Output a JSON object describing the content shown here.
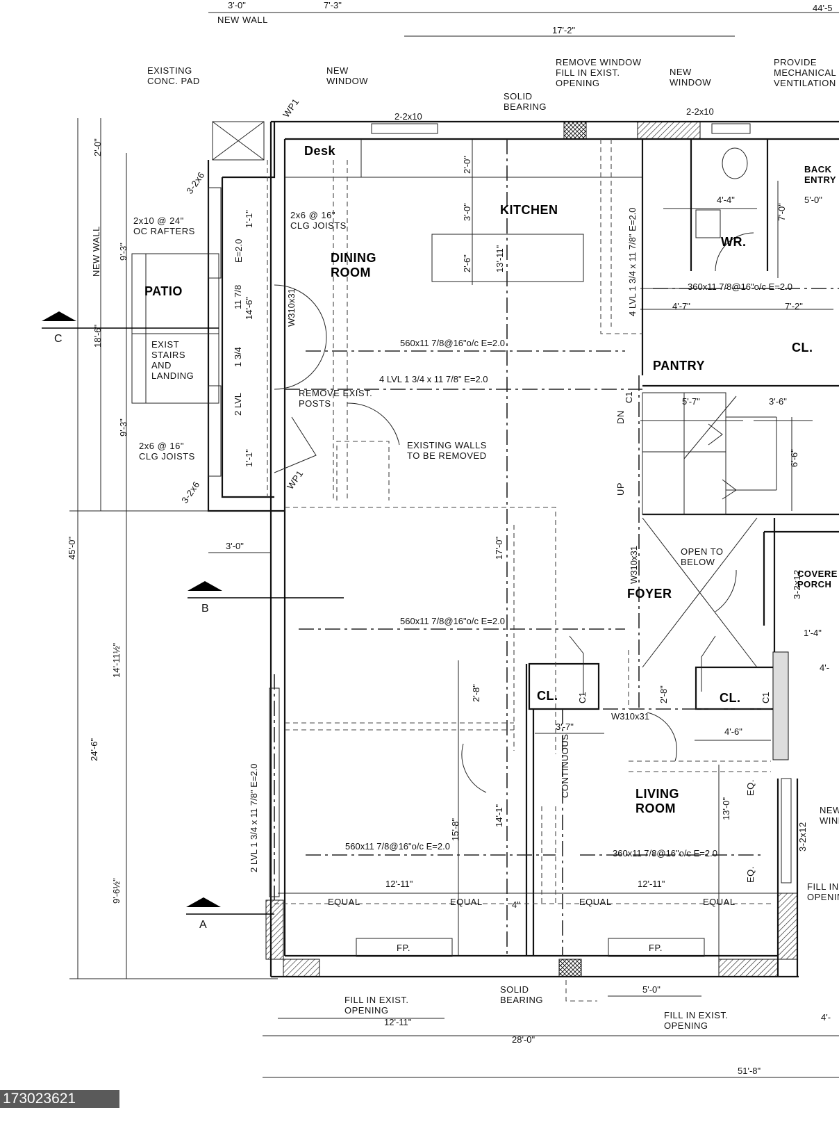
{
  "dimensions": {
    "d1": "3'-0\"",
    "d2": "7'-3\"",
    "d3": "44'-5",
    "d4": "17'-2\"",
    "d5": "2'-0\"",
    "d6": "9'-3\"",
    "d7": "18'-6\"",
    "d8": "9'-3\"",
    "d9": "45'-0\"",
    "d10": "14'-11½\"",
    "d11": "24'-6\"",
    "d12": "9'-6½\"",
    "d13": "3'-0\"",
    "d14": "1'-1\"",
    "d15": "1'-1\"",
    "d16": "2'-0\"",
    "d17": "3'-0\"",
    "d18": "2'-6\"",
    "d19": "13'-11\"",
    "d20": "14'-6\"",
    "d21": "4'-4\"",
    "d22": "7'-0\"",
    "d23": "5'-0\"",
    "d24": "4'-7\"",
    "d25": "7'-2\"",
    "d26": "5'-7\"",
    "d27": "3'-6\"",
    "d28": "6'-6\"",
    "d29": "17'-0\"",
    "d30": "2'-8\"",
    "d31": "2'-8\"",
    "d32": "3'-7\"",
    "d33": "4'-6\"",
    "d34": "1'-4\"",
    "d35": "4'-",
    "d36": "15'-8\"",
    "d37": "14'-1\"",
    "d38": "13'-0\"",
    "d39": "12'-11\"",
    "d40": "12'-11\"",
    "d41": "4\"",
    "d42": "5'-0\"",
    "d43": "12'-11\"",
    "d44": "28'-0\"",
    "d45": "51'-8\"",
    "d46": "4'-",
    "d47": "2-2x10",
    "d48": "2-2x10",
    "d49": "3-2x6",
    "d50": "3-2x6",
    "d51": "3-2x12",
    "d52": "3-2x12",
    "eq1": "EQUAL",
    "eq2": "EQUAL",
    "eq3": "EQUAL",
    "eq4": "EQUAL",
    "eq5": "EQ.",
    "eq6": "EQ."
  },
  "notes": {
    "new_wall_top": "NEW WALL",
    "new_wall_side": "NEW WALL",
    "existing_pad": "EXISTING\nCONC. PAD",
    "new_window_1": "NEW\nWINDOW",
    "solid_bearing_top": "SOLID\nBEARING",
    "remove_window": "REMOVE WINDOW\nFILL IN EXIST.\nOPENING",
    "new_window_2": "NEW\nWINDOW",
    "mech_vent": "PROVIDE\nMECHANICAL\nVENTILATION",
    "rafters": "2x10 @ 24\"\nOC RAFTERS",
    "clg_joists_1": "2x6 @ 16\"\nCLG JOISTS",
    "clg_joists_2": "2x6 @ 16\"\nCLG JOISTS",
    "exist_stairs": "EXIST\nSTAIRS\nAND\nLANDING",
    "remove_posts": "REMOVE EXIST.\nPOSTS",
    "existing_walls": "EXISTING WALLS\nTO BE REMOVED",
    "open_below": "OPEN TO\nBELOW",
    "continuous": "CONTINUOUS",
    "solid_bearing_bottom": "SOLID\nBEARING",
    "fill_opening_1": "FILL IN EXIST.\nOPENING",
    "fill_opening_2": "FILL IN EXIST.\nOPENING",
    "fill_opening_3": "FILL IN\nOPENIN",
    "new_wind_right": "NEW\nWIND",
    "wp1_top": "WP1",
    "wp1_bottom": "WP1",
    "dn": "DN",
    "up": "UP",
    "c1a": "C1",
    "c1b": "C1",
    "c1c": "C1",
    "fp1": "FP.",
    "fp2": "FP."
  },
  "beams": {
    "b1": "560x11 7/8@16\"o/c E=2.0",
    "b2": "4 LVL 1 3/4 x 11 7/8\" E=2.0",
    "b3": "560x11 7/8@16\"o/c E=2.0",
    "b4": "560x11 7/8@16\"o/c E=2.0",
    "b5": "360x11 7/8@16\"o/c E=2.0",
    "b6": "360x11 7/8@16\"o/c E=2.0",
    "b7": "2 LVL 1 3/4 x 11 7/8\" E=2.0",
    "b8": "4 LVL 1 3/4 x 11 7/8\" E=2.0",
    "b9": "W310x31",
    "b10": "W310x31",
    "b11": "W310x31",
    "b12": "2 LVL",
    "b13": "11 7/8",
    "b14": "1 3/4",
    "b15": "E=2.0"
  },
  "rooms": {
    "desk": "Desk",
    "kitchen": "KITCHEN",
    "dining": "DINING\nROOM",
    "patio": "PATIO",
    "wr": "WR.",
    "back_entry": "BACK\nENTRY",
    "pantry": "PANTRY",
    "cl_top": "CL.",
    "foyer": "FOYER",
    "covered_porch": "COVERE\nPORCH",
    "cl_left": "CL.",
    "cl_right": "CL.",
    "living": "LIVING\nROOM"
  },
  "sections": {
    "a": "A",
    "b": "B",
    "c": "C"
  },
  "watermark": "173023621"
}
